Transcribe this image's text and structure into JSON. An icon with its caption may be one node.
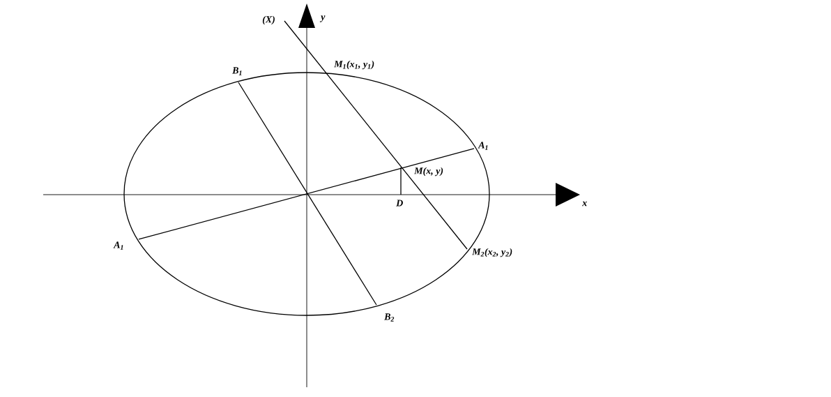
{
  "diagram": {
    "labels": [
      "(X)",
      "y",
      "B$_{1}$",
      "M$_{1}$(x$_{1}$, y$_{1}$)",
      "A$_{1}$",
      "M(x, y)",
      "D",
      "x",
      "A$_{1}$",
      "M$_{2}$(x$_{2}$, y$_{2}$)",
      "B$_{2}$"
    ]
  }
}
